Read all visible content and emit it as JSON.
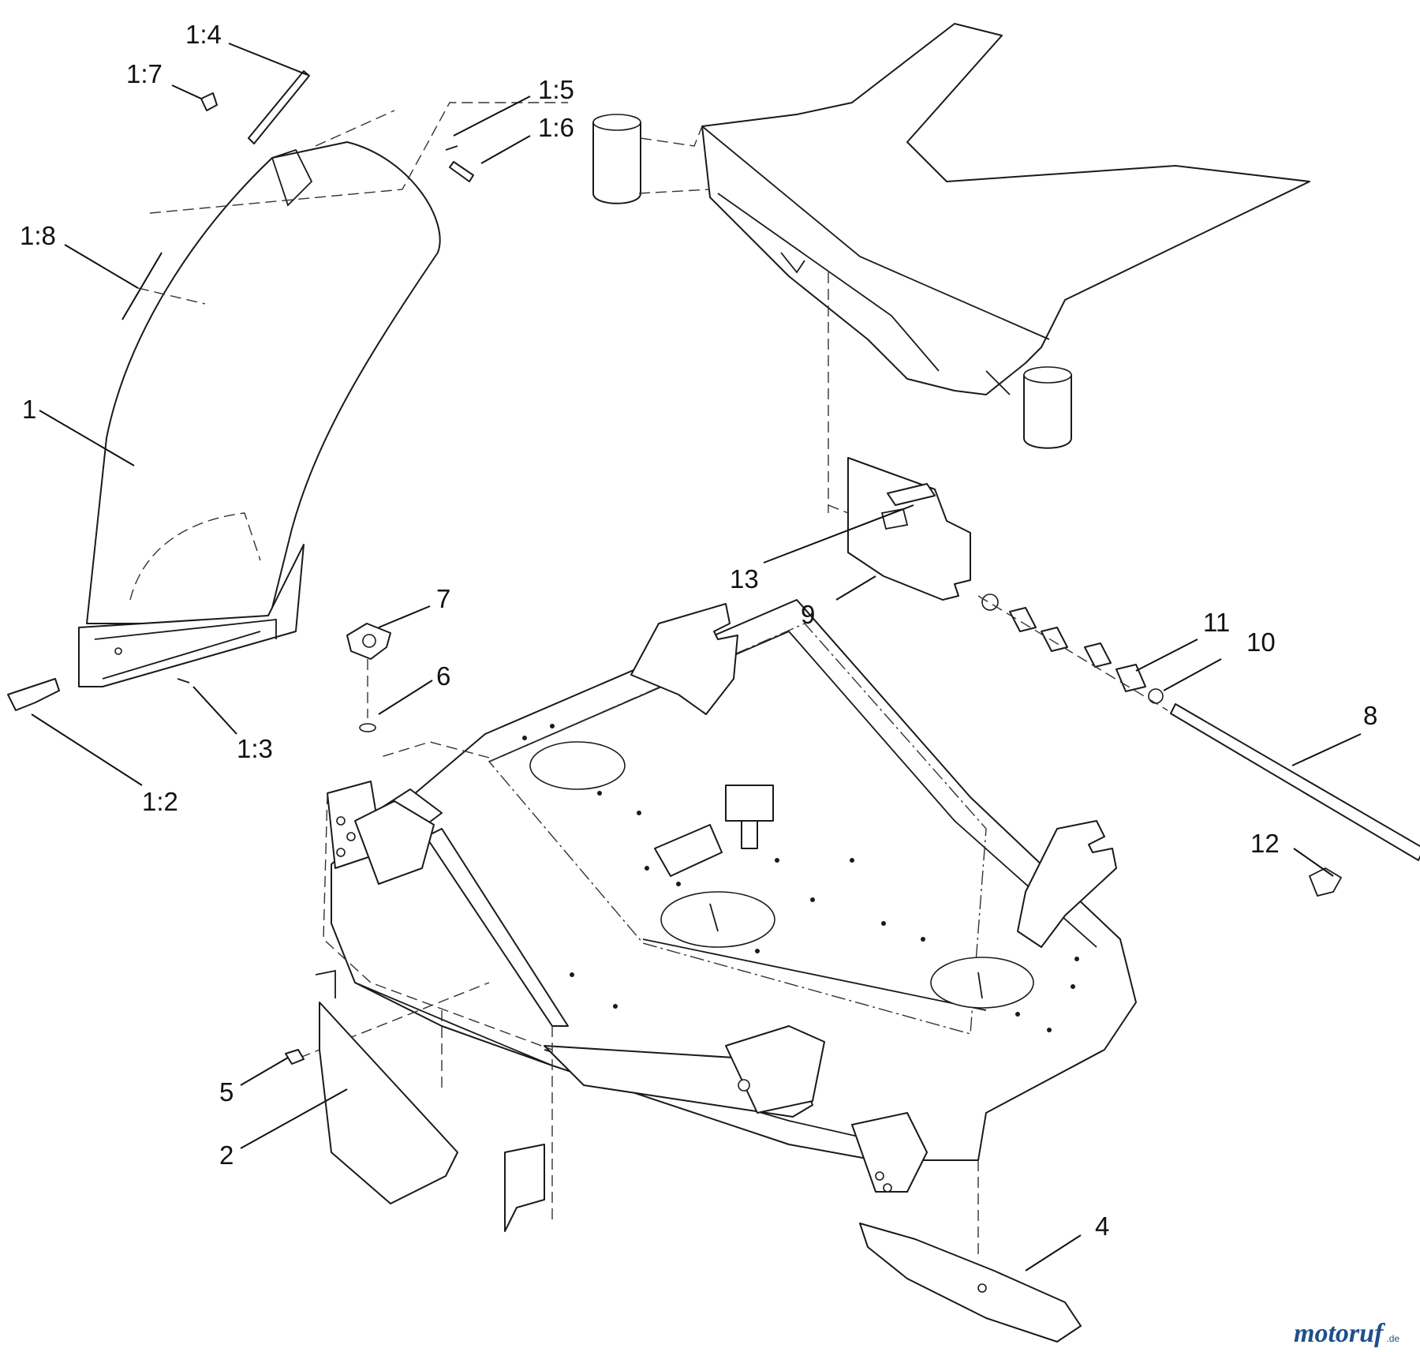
{
  "callouts": [
    {
      "id": "1:4",
      "label": "1:4"
    },
    {
      "id": "1:7",
      "label": "1:7"
    },
    {
      "id": "1:5",
      "label": "1:5"
    },
    {
      "id": "1:6",
      "label": "1:6"
    },
    {
      "id": "1:8",
      "label": "1:8"
    },
    {
      "id": "1",
      "label": "1"
    },
    {
      "id": "7",
      "label": "7"
    },
    {
      "id": "6",
      "label": "6"
    },
    {
      "id": "1:3",
      "label": "1:3"
    },
    {
      "id": "1:2",
      "label": "1:2"
    },
    {
      "id": "13",
      "label": "13"
    },
    {
      "id": "9",
      "label": "9"
    },
    {
      "id": "11",
      "label": "11"
    },
    {
      "id": "10",
      "label": "10"
    },
    {
      "id": "8",
      "label": "8"
    },
    {
      "id": "12",
      "label": "12"
    },
    {
      "id": "5",
      "label": "5"
    },
    {
      "id": "2",
      "label": "2"
    },
    {
      "id": "4",
      "label": "4"
    }
  ],
  "watermark": {
    "brand_main": "motoruf",
    "brand_suffix": ".de",
    "brand_color": "#1d4f8c",
    "accent_color": "#e06a1b"
  }
}
